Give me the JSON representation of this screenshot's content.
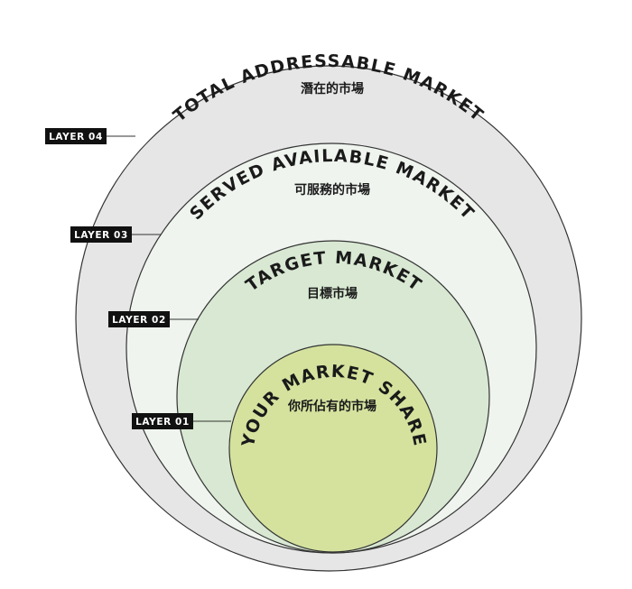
{
  "colors": {
    "layer4_fill": "#e6e6e6",
    "layer3_fill": "#eff4ef",
    "layer2_fill": "#d8e8d2",
    "layer1_fill": "#d4e29e",
    "stroke": "#333333",
    "tag_bg": "#111111",
    "tag_text": "#ffffff"
  },
  "layers": [
    {
      "tag": "LAYER 04",
      "title": "TOTAL ADDRESSABLE MARKET",
      "subtitle": "潛在的市場"
    },
    {
      "tag": "LAYER 03",
      "title": "SERVED AVAILABLE MARKET",
      "subtitle": "可服務的市場"
    },
    {
      "tag": "LAYER 02",
      "title": "TARGET MARKET",
      "subtitle": "目標市場"
    },
    {
      "tag": "LAYER 01",
      "title": "YOUR MARKET SHARE",
      "subtitle": "你所佔有的市場"
    }
  ]
}
